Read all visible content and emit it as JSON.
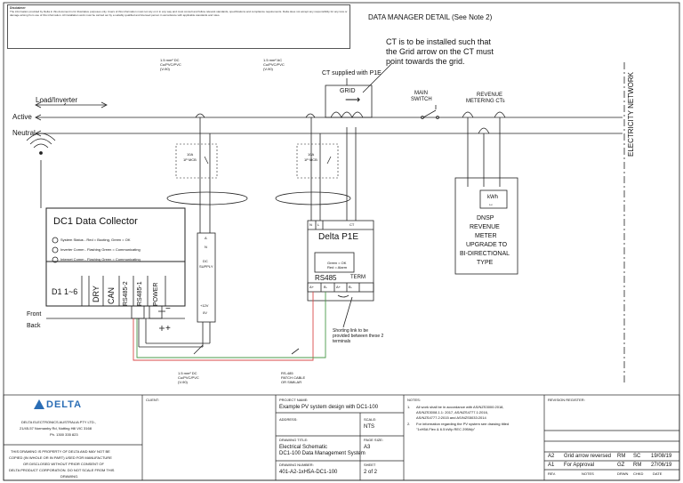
{
  "disclaimer": {
    "heading": "Disclaimer",
    "text": "The information provided by Delta in this document is for illustrative purposes only. Users of this information must not rely on it in any way and must consult and follow relevant standards, specifications and compliance requirements. Delta does not accept any responsibility for any loss or damage arising from use of this information. All installation work must be carried out by a suitably qualified and licensed person in accordance with applicable standards and rules."
  },
  "header": {
    "title": "DATA MANAGER DETAIL (See Note 2)",
    "network_label": "ELECTRICITY NETWORK"
  },
  "lines": {
    "load": "Load/Inverter",
    "active": "Active",
    "neutral": "Neutral"
  },
  "cables": {
    "c1_a": "1.5 mm² DC",
    "c1_b": "Cu/PVC/PVC",
    "c1_c": "(V-90)",
    "c2_a": "1.5 mm² AC",
    "c2_b": "Cu/PVC/PVC",
    "c2_c": "(V-90)",
    "c3_a": "1.5 mm² DC",
    "c3_b": "Cu/PVC/PVC",
    "c3_c": "(V-90)",
    "rs485_a": "RS-485",
    "rs485_b": "PATCH CABLE",
    "rs485_c": "OR SIMILAR"
  },
  "ct": {
    "note_1": "CT is to be installed such that",
    "note_2": "the Grid arrow on the CT must",
    "note_3": "point towards  the grid.",
    "supplied": "CT supplied with P1E",
    "grid": "GRID"
  },
  "main_switch": {
    "line1": "MAIN",
    "line2": "SWITCH"
  },
  "revenue": {
    "line1": "REVENUE",
    "line2": "METERING CTs",
    "kwh": "kWh",
    "meter_1": "DNSP",
    "meter_2": "REVENUE",
    "meter_3": "METER",
    "meter_4": "UPGRADE TO",
    "meter_5": "BI-DIRECTIONAL",
    "meter_6": "TYPE"
  },
  "mcb": {
    "rating": "10A",
    "type": "1P MCB"
  },
  "dc1": {
    "title": "DC1 Data Collector",
    "led1": "System Status - Red = Booting, Green = OK",
    "led2": "Inverter Comm - Flashing Green = Communicating",
    "led3": "Internet Comm - Flashing Green = Communicating",
    "port_d": "D1 1~6",
    "port_dry": "DRY",
    "port_can": "CAN",
    "port_rs2": "RS485-2",
    "port_rs1": "RS485-1",
    "port_power": "POWER",
    "front": "Front",
    "back": "Back",
    "plus": "+",
    "minus": "−"
  },
  "dc_supply": {
    "a": "A",
    "n": "N",
    "label1": "DC",
    "label2": "SUPPLY",
    "v12": "+12V",
    "v0": "0V"
  },
  "p1e": {
    "n": "N",
    "l": "L",
    "ct": "CT",
    "title": "Delta P1E",
    "status1": "Green = OK",
    "status2": "Red = Alarm",
    "rs485": "RS485",
    "term": "TERM",
    "ap1": "A+",
    "bm1": "B-",
    "ap2": "A+",
    "bm2": "B-"
  },
  "shorting": {
    "line1": "Shorting link to be",
    "line2": "provided between these 2",
    "line3": "terminals"
  },
  "company": {
    "logo": "DELTA",
    "name": "DELTA ELECTRONICS AUSTRALIA PTY LTD.,",
    "addr": "21/45-57 Normanby Rd, Notting Hill VIC 3168",
    "ph": "Ph. 1300 335 823",
    "legal1": "THIS DRAWING IS PROPERTY OF DELTA AND MAY NOT BE",
    "legal2": "COPIED (IN WHOLE OR IN PART) USED FOR MANUFACTURE",
    "legal3": "OR DISCLOSED WITHOUT PRIOR CONSENT OF",
    "legal4": "DELTA PRODUCT CORPORATION. DO NOT SCALE FROM THIS",
    "legal5": "DRAWING."
  },
  "titleblock": {
    "client_label": "CLIENT:",
    "project_label": "PROJECT NAME:",
    "project": "Example PV system design with DC1-100",
    "address_label": "ADDRESS:",
    "scale_label": "SCALE:",
    "scale": "NTS",
    "drawing_title_label": "DRAWING TITLE:",
    "drawing_title_1": "Electrical Schematic",
    "drawing_title_2": "DC1-100 Data Management System",
    "page_size_label": "PAGE SIZE:",
    "page_size": "A3",
    "drawing_no_label": "DRAWING NUMBER:",
    "drawing_no": "401-A2-1xH5A-DC1-100",
    "sheet_label": "SHEET",
    "sheet": "2 of 2"
  },
  "notes": {
    "label": "NOTES:",
    "n1_num": "1.",
    "n1_a": "All work shall be in accordance with AS/NZS3000:2018,",
    "n1_b": "AS/NZS3008.1.1: 2017, AS/NZS4777.1:2016,",
    "n1_c": "AS/NZS4777.2:2015 and AS/NZS5033:2014",
    "n2_num": "2.",
    "n2_a": "For information regarding the PV system see drawing titled",
    "n2_b": "\"1xH5A Flex & 6.5 kWp REC 295Wp\""
  },
  "revisions": {
    "label": "REVISION REGISTER:",
    "rows": [
      {
        "rev": "A2",
        "desc": "Grid arrow reversed",
        "drwn": "RM",
        "chkd": "SC",
        "date": "19/08/19"
      },
      {
        "rev": "A1",
        "desc": "For Approval",
        "drwn": "GZ",
        "chkd": "RM",
        "date": "27/06/19"
      }
    ],
    "h_rev": "REV.",
    "h_notes": "NOTES",
    "h_drwn": "DRWN",
    "h_chkd": "CHKD",
    "h_date": "DATE"
  }
}
